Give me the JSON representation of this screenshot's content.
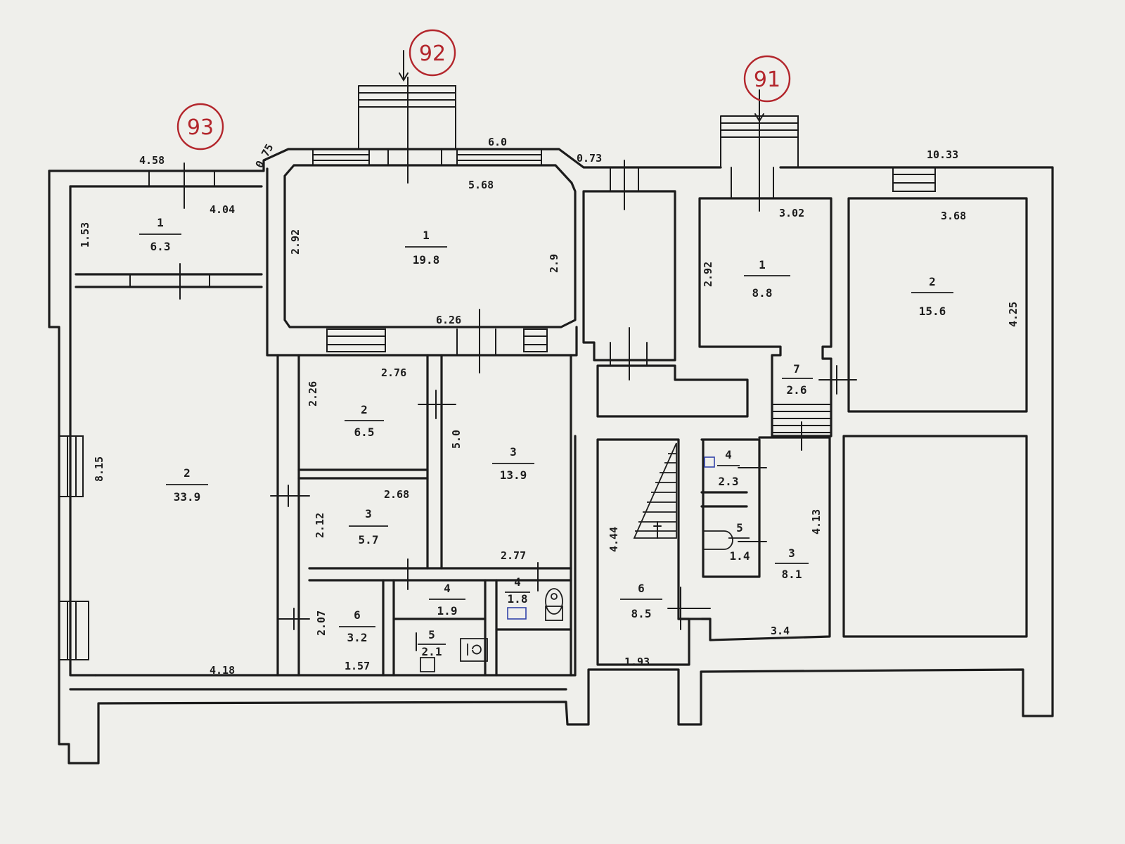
{
  "apartments": [
    {
      "label": "93"
    },
    {
      "label": "92"
    },
    {
      "label": "91"
    }
  ],
  "rooms": [
    {
      "num": "1",
      "area": "6.3"
    },
    {
      "num": "2",
      "area": "33.9"
    },
    {
      "num": "1",
      "area": "19.8"
    },
    {
      "num": "2",
      "area": "6.5"
    },
    {
      "num": "3",
      "area": "5.7"
    },
    {
      "num": "3",
      "area": "13.9"
    },
    {
      "num": "4",
      "area": "1.9"
    },
    {
      "num": "4",
      "area": "1.8"
    },
    {
      "num": "5",
      "area": "2.1"
    },
    {
      "num": "6",
      "area": "3.2"
    },
    {
      "num": "1",
      "area": "8.8"
    },
    {
      "num": "2",
      "area": "15.6"
    },
    {
      "num": "7",
      "area": "2.6"
    },
    {
      "num": "4",
      "area": "2.3"
    },
    {
      "num": "5",
      "area": "1.4"
    },
    {
      "num": "3",
      "area": "8.1"
    },
    {
      "num": "6",
      "area": "8.5"
    }
  ],
  "dimensions": [
    {
      "text": "4.58"
    },
    {
      "text": "0.75"
    },
    {
      "text": "6.0"
    },
    {
      "text": "0.73"
    },
    {
      "text": "10.33"
    },
    {
      "text": "4.04"
    },
    {
      "text": "5.68"
    },
    {
      "text": "3.02"
    },
    {
      "text": "3.68"
    },
    {
      "text": "1.53"
    },
    {
      "text": "2.92"
    },
    {
      "text": "2.9"
    },
    {
      "text": "2.92"
    },
    {
      "text": "4.25"
    },
    {
      "text": "6.26"
    },
    {
      "text": "2.76"
    },
    {
      "text": "2.26"
    },
    {
      "text": "5.0"
    },
    {
      "text": "8.15"
    },
    {
      "text": "2.68"
    },
    {
      "text": "2.12"
    },
    {
      "text": "4.44"
    },
    {
      "text": "4.13"
    },
    {
      "text": "2.77"
    },
    {
      "text": "2.07"
    },
    {
      "text": "4.18"
    },
    {
      "text": "1.57"
    },
    {
      "text": "1.93"
    },
    {
      "text": "3.4"
    }
  ]
}
